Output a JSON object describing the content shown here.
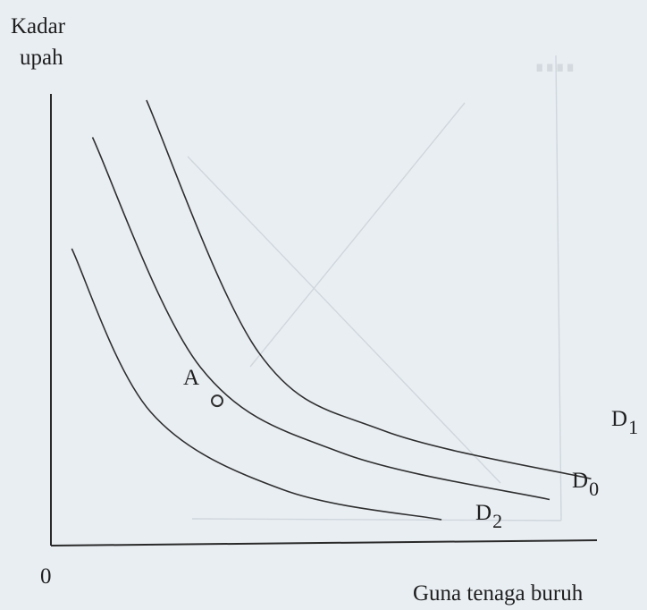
{
  "chart_data": {
    "type": "line",
    "ylabel_line1": "Kadar",
    "ylabel_line2": "upah",
    "xlabel": "Guna tenaga buruh",
    "origin_label": "0",
    "series": [
      {
        "name": "D",
        "subscript": "1",
        "x": [
          1.15,
          2.5,
          4.0,
          6.5
        ],
        "y": [
          6.0,
          2.6,
          1.55,
          0.9
        ]
      },
      {
        "name": "D",
        "subscript": "0",
        "x": [
          0.5,
          1.8,
          3.5,
          6.0
        ],
        "y": [
          5.5,
          2.4,
          1.25,
          0.62
        ]
      },
      {
        "name": "D",
        "subscript": "2",
        "x": [
          0.25,
          1.2,
          2.8,
          4.7
        ],
        "y": [
          4.0,
          1.8,
          0.75,
          0.35
        ]
      }
    ],
    "points": [
      {
        "label": "A",
        "series": "D0",
        "x": 2.0,
        "y": 1.95
      }
    ]
  }
}
